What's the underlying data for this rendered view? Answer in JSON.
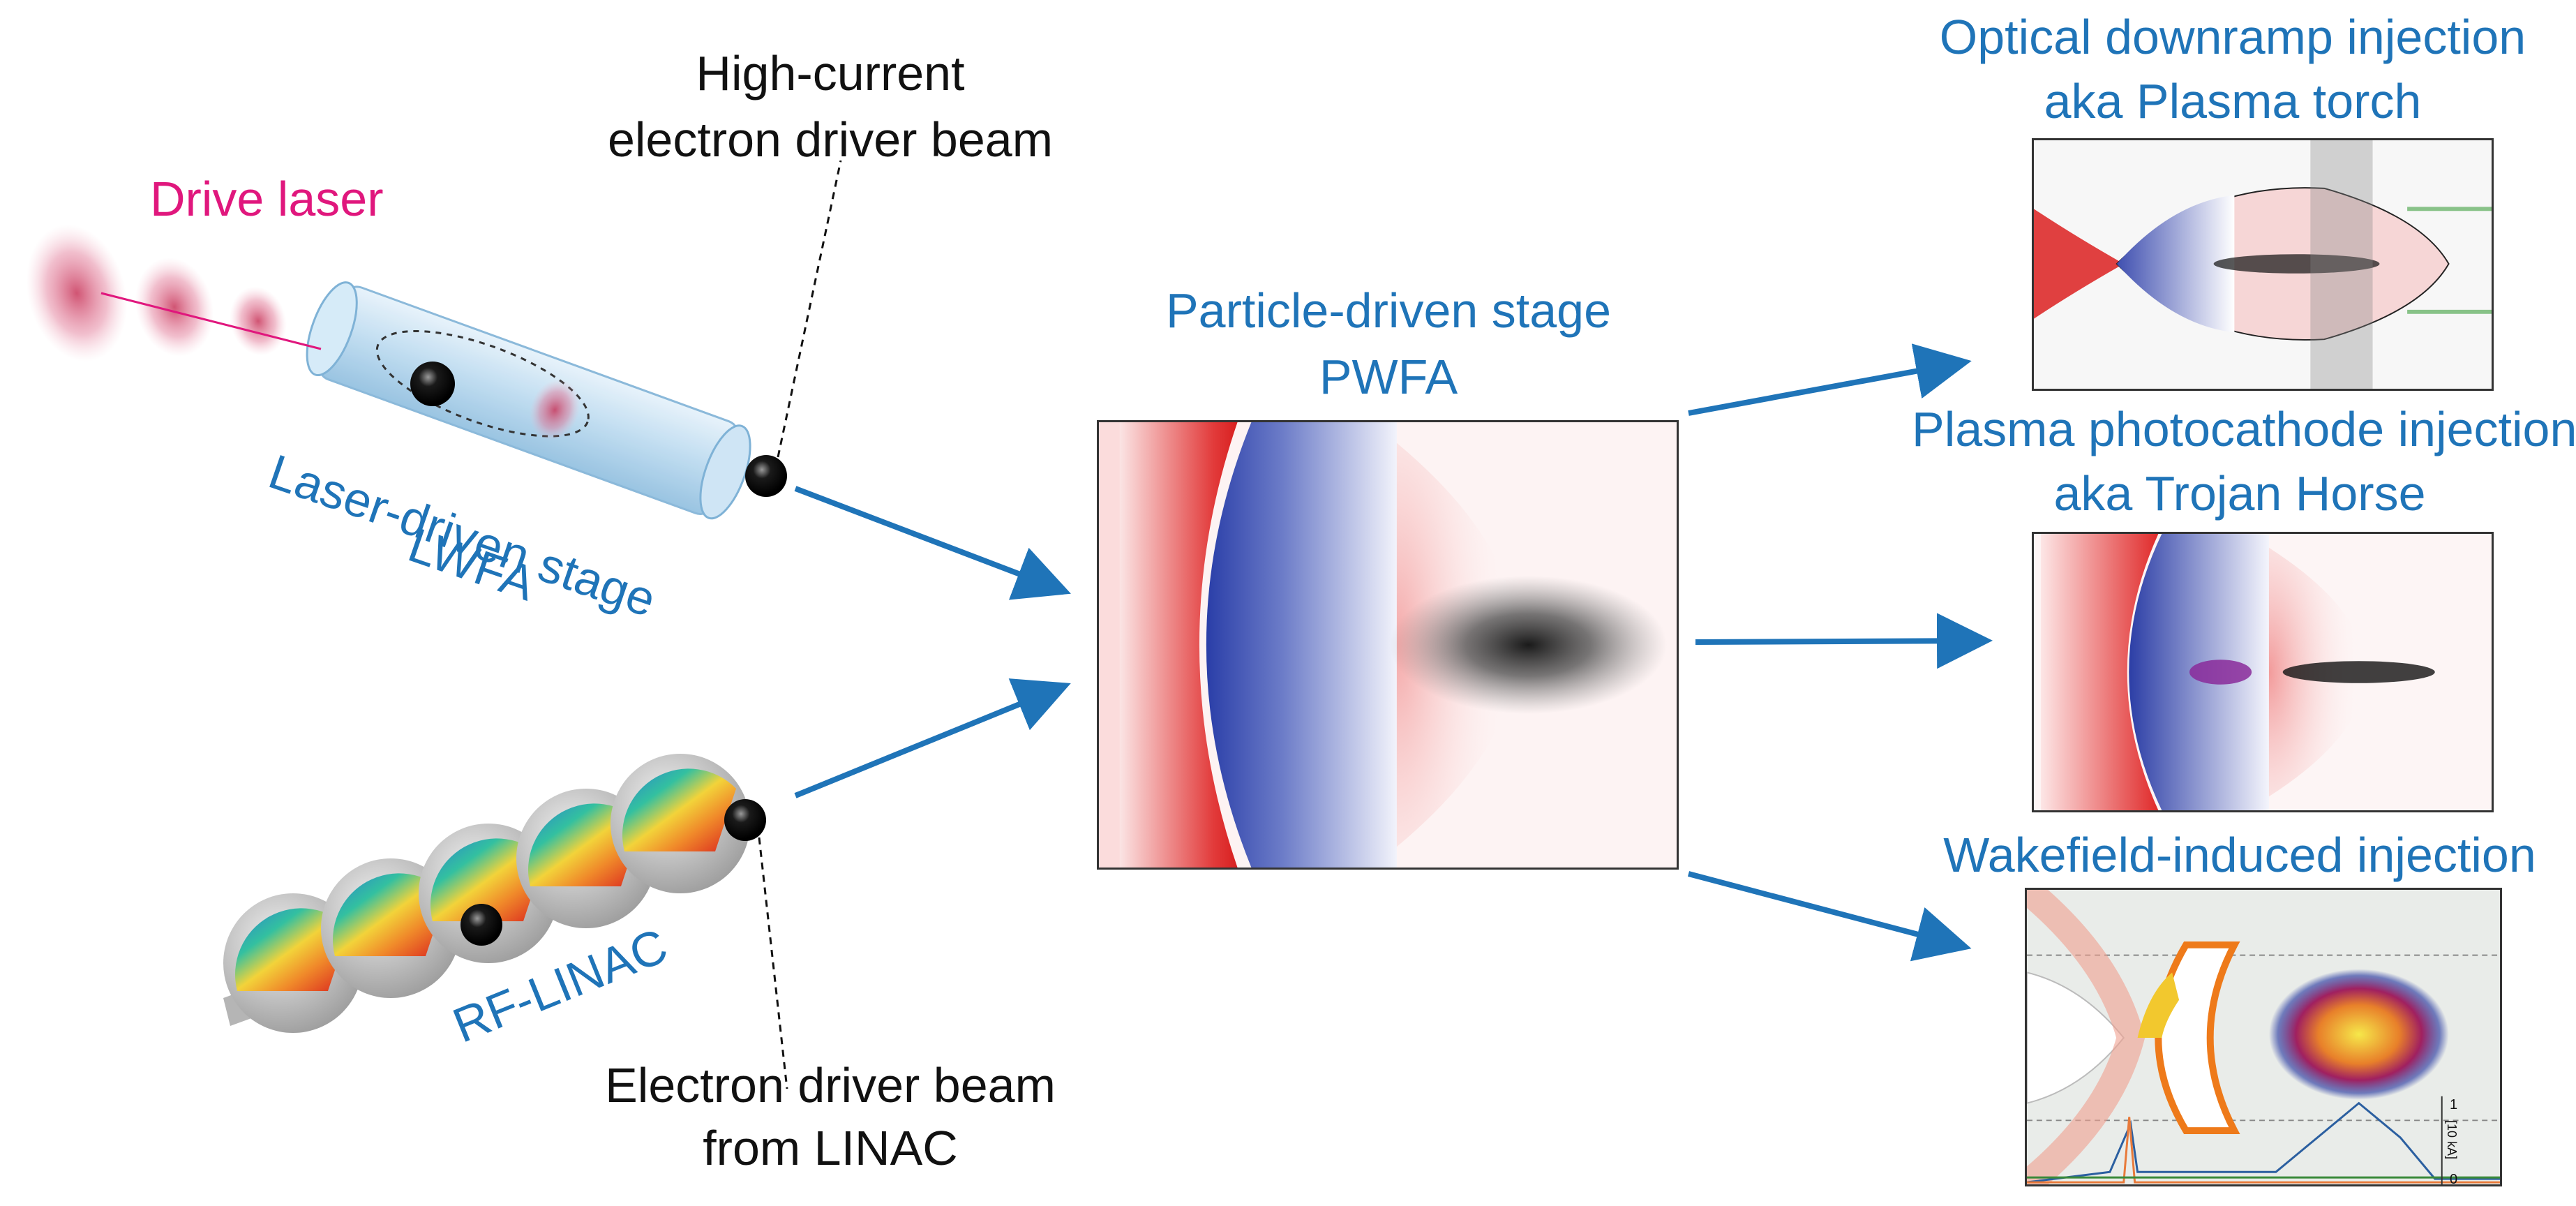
{
  "labels": {
    "drive_laser": "Drive laser",
    "high_current_line1": "High-current",
    "high_current_line2": "electron driver beam",
    "laser_stage_line1": "Laser-driven stage",
    "laser_stage_line2": "LWFA",
    "rf_linac": "RF-LINAC",
    "linac_beam_line1": "Electron driver beam",
    "linac_beam_line2": "from LINAC",
    "particle_stage_line1": "Particle-driven stage",
    "particle_stage_line2": "PWFA",
    "optical_line1": "Optical downramp injection",
    "optical_line2": "aka Plasma torch",
    "photocathode_line1": "Plasma photocathode injection",
    "photocathode_line2": "aka Trojan Horse",
    "wakefield": "Wakefield-induced injection",
    "axis_current_top": "1",
    "axis_current_bottom": "0",
    "axis_current_unit": "[10 kA]"
  },
  "colors": {
    "accent_blue": "#1f74b8",
    "laser_pink": "#e0177d",
    "field_red": "#e0303a",
    "field_blue": "#2f46a8"
  }
}
